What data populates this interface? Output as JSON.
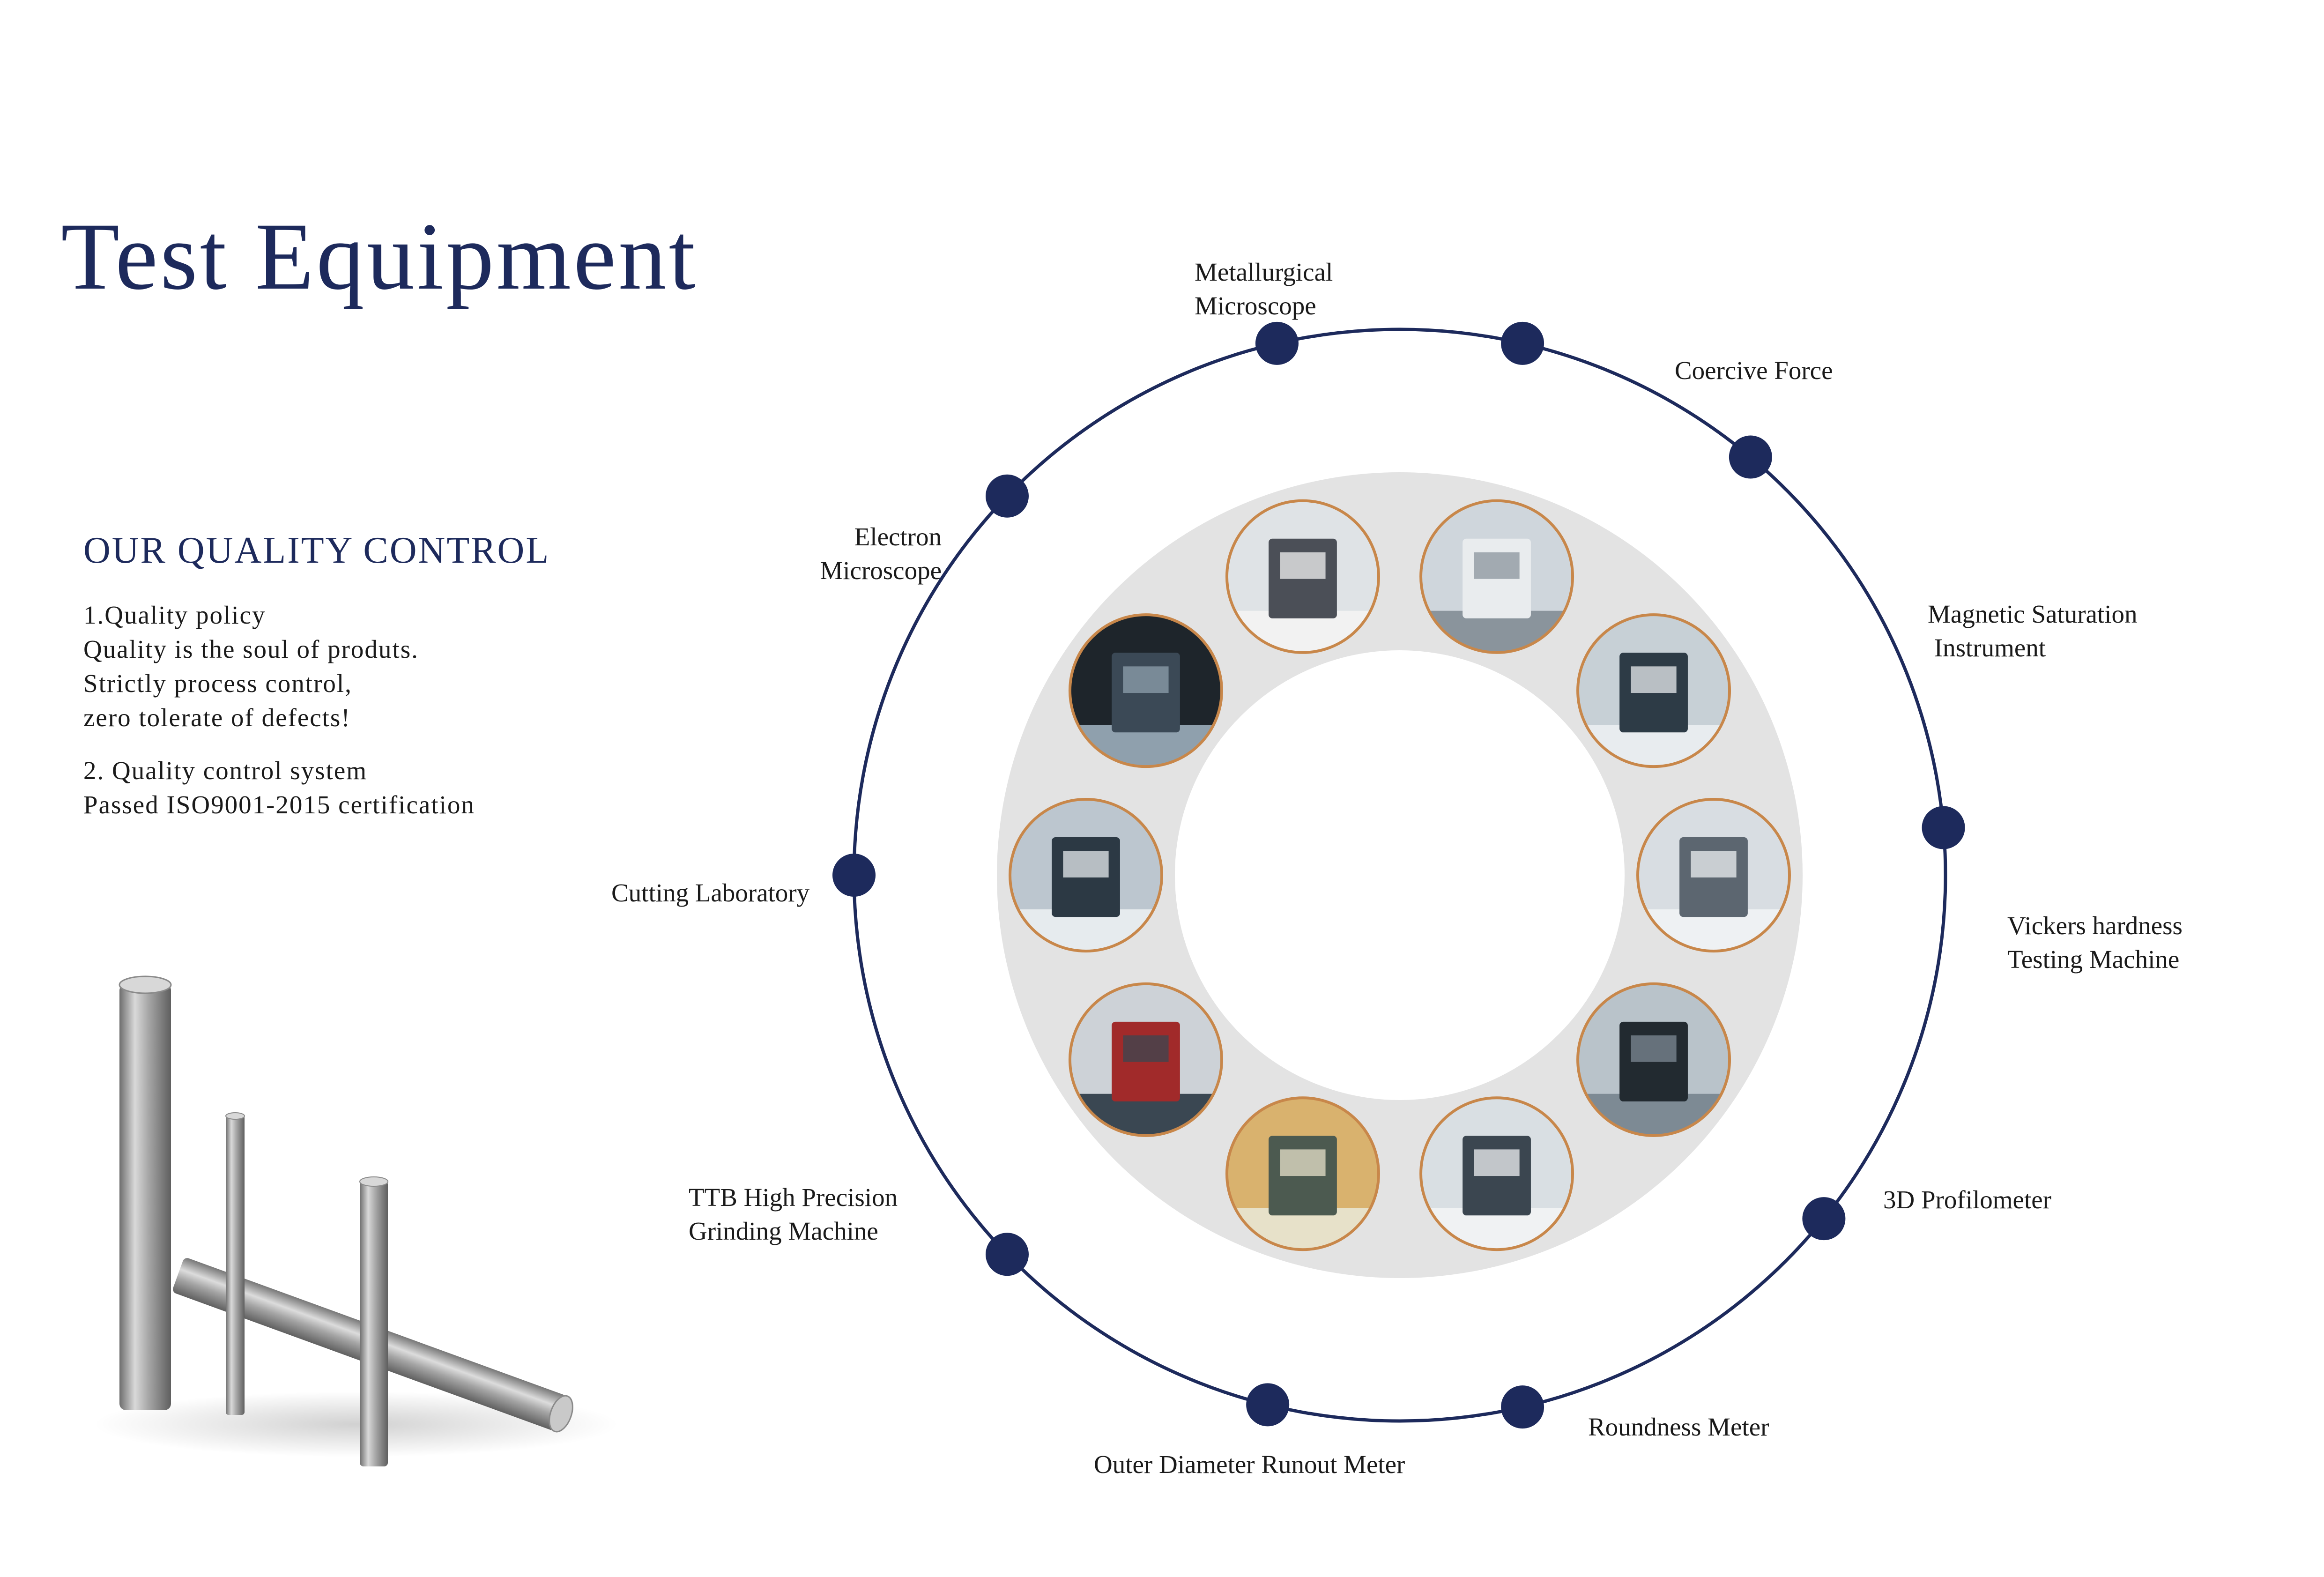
{
  "title": "Test Equipment",
  "quality_control": {
    "heading": "OUR QUALITY CONTROL",
    "blocks": [
      {
        "lines": [
          "1.Quality policy",
          "Quality is the soul of produts.",
          "Strictly process control,",
          "zero tolerate of defects!"
        ]
      },
      {
        "lines": [
          "2. Quality control system",
          "Passed ISO9001-2015 certification"
        ]
      }
    ]
  },
  "equipment": [
    {
      "id": "metallurgical",
      "lines": [
        "Metallurgical",
        "Microscope"
      ],
      "icon": "microscope-photo"
    },
    {
      "id": "coercive",
      "lines": [
        "Coercive Force"
      ],
      "icon": "lab-instrument-photo"
    },
    {
      "id": "magnetic",
      "lines": [
        "Magnetic Saturation",
        " Instrument"
      ],
      "icon": "lab-instrument-photo"
    },
    {
      "id": "vickers",
      "lines": [
        "Vickers hardness",
        "Testing Machine"
      ],
      "icon": "hardness-tester-photo"
    },
    {
      "id": "profilometer",
      "lines": [
        "3D Profilometer"
      ],
      "icon": "profilometer-photo"
    },
    {
      "id": "roundness",
      "lines": [
        "Roundness Meter"
      ],
      "icon": "roundness-meter-photo"
    },
    {
      "id": "runout",
      "lines": [
        "Outer Diameter Runout Meter"
      ],
      "icon": "runout-meter-photo"
    },
    {
      "id": "grinding",
      "lines": [
        "TTB High Precision",
        "Grinding Machine"
      ],
      "icon": "grinding-machine-photo"
    },
    {
      "id": "cutting",
      "lines": [
        "Cutting Laboratory"
      ],
      "icon": "cutting-lab-photo"
    },
    {
      "id": "electron",
      "lines": [
        "Electron",
        "Microscope"
      ],
      "icon": "computer-workstation-photo"
    }
  ],
  "colors": {
    "navy": "#1d2a5c",
    "ring_band": "#e3e3e3",
    "photo_border": "#c8874a",
    "text": "#1a1a1a"
  }
}
